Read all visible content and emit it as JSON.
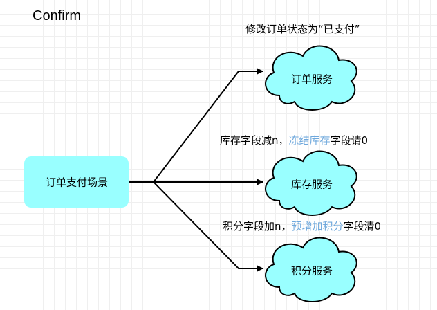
{
  "title": "Confirm",
  "start_node": {
    "label": "订单支付场景",
    "fill": "#99ffff"
  },
  "cloud_fill": "#99ffff",
  "highlight_color": "#6fa8dc",
  "services": [
    {
      "label": "订单服务",
      "note": {
        "prefix": "修改订单状态为“已支付”",
        "highlight": "",
        "suffix": ""
      }
    },
    {
      "label": "库存服务",
      "note": {
        "prefix": "库存字段减n，",
        "highlight": "冻结库存",
        "suffix": "字段请0"
      }
    },
    {
      "label": "积分服务",
      "note": {
        "prefix": "积分字段加n，",
        "highlight": "预增加积分",
        "suffix": "字段清0"
      }
    }
  ]
}
